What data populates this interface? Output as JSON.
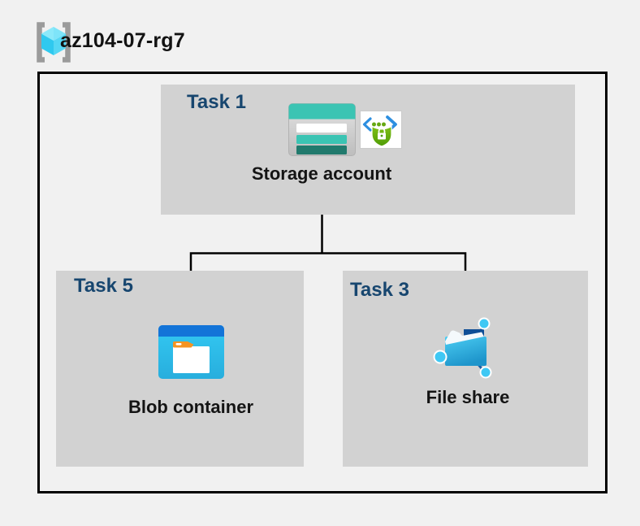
{
  "header": {
    "title": "az104-07-rg7",
    "icon": "resource-group-icon"
  },
  "tasks": [
    {
      "id": "task-1",
      "label": "Task 1",
      "item": "Storage account",
      "icons": [
        "storage-account-icon",
        "secured-endpoint-icon"
      ]
    },
    {
      "id": "task-5",
      "label": "Task 5",
      "item": "Blob container",
      "icons": [
        "blob-container-icon"
      ]
    },
    {
      "id": "task-3",
      "label": "Task 3",
      "item": "File share",
      "icons": [
        "file-share-icon"
      ]
    }
  ],
  "connections": [
    {
      "from": "Storage account",
      "to": "Blob container"
    },
    {
      "from": "Storage account",
      "to": "File share"
    }
  ],
  "colors": {
    "page_background": "#F1F1F1",
    "task_box_fill": "#D2D2D2",
    "outer_border": "#000000",
    "connector_line": "#000000",
    "task_label": "#17466F",
    "item_label": "#141414",
    "storage_teal": "#3BC4B3",
    "storage_teal_dark": "#217A6D",
    "blob_header_blue": "#1374D8",
    "blob_body_cyan": "#2FC3F0",
    "folder_tab_orange": "#F59422",
    "file_share_cyan": "#3FC8F4",
    "file_share_navy": "#0E4E96",
    "endpoint_chevron_blue": "#2E8FE0",
    "endpoint_green": "#5BA405",
    "rg_bracket_gray": "#9B9B9B",
    "rg_cube_top": "#7EE4F9",
    "rg_cube_left": "#2FC9EF",
    "rg_cube_right": "#55D7F4"
  }
}
